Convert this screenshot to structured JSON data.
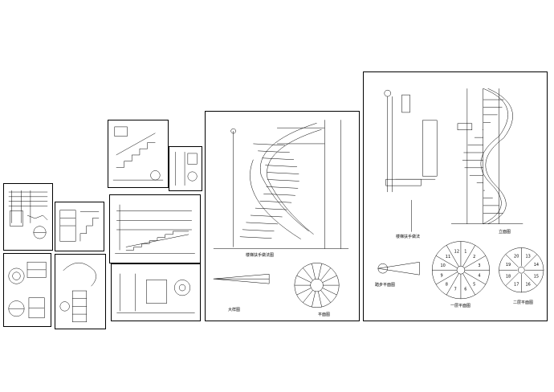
{
  "sheets": {
    "main": {
      "labels": {
        "elevation": "立面图",
        "handrail_detail": "楼梯扶手做法",
        "plan_1f": "一层平面图",
        "plan_2f": "二层平面图",
        "riser_section": "踏步平面图"
      },
      "plan_1f_steps": [
        "1",
        "2",
        "3",
        "4",
        "5",
        "6",
        "7",
        "8",
        "9",
        "10",
        "11",
        "12"
      ],
      "plan_2f_steps": [
        "13",
        "14",
        "15",
        "16",
        "17",
        "18",
        "19",
        "20"
      ]
    },
    "mid": {
      "labels": {
        "elevation": "楼梯扶手做法图",
        "section": "大样图",
        "plan": "平面图"
      }
    }
  },
  "colors": {
    "line": "#000000",
    "paper": "#ffffff"
  }
}
